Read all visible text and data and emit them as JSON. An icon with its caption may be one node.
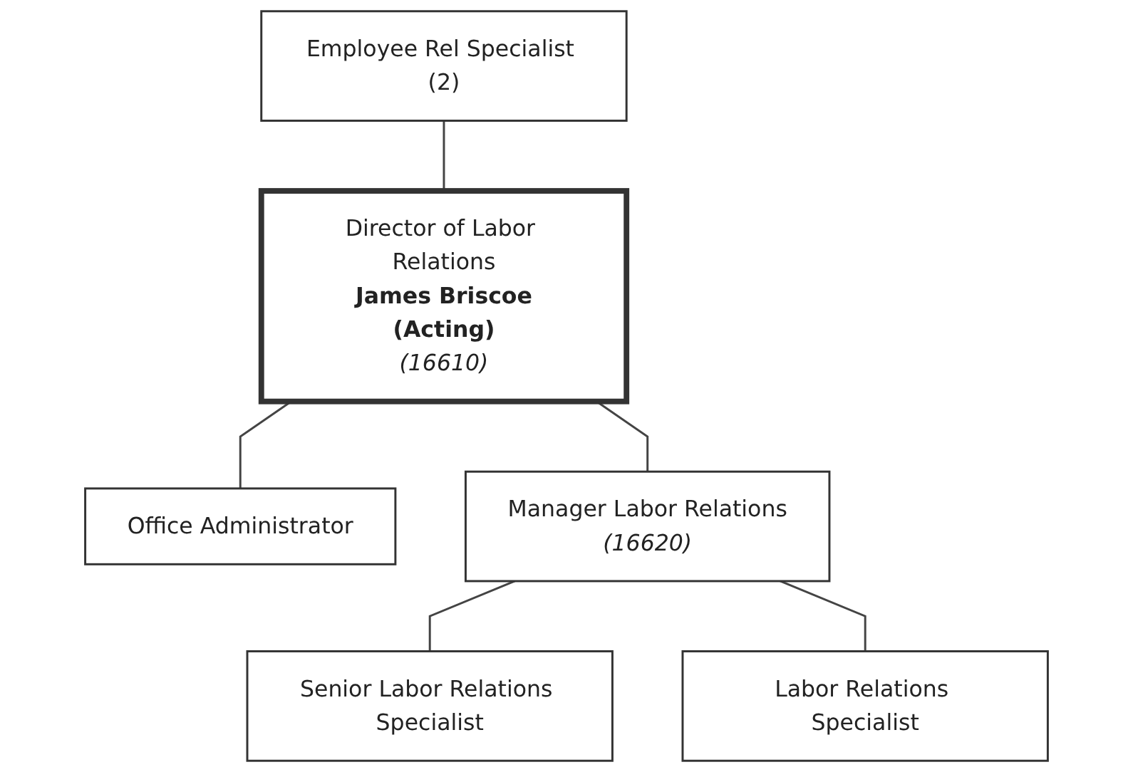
{
  "diagram": {
    "nodes": [
      {
        "text": [
          "Director of Labor Relations",
          "James Briscoe",
          "(Acting)",
          "(16610)"
        ]
      },
      {
        "text": [
          "Employee Rel Specialist (2)"
        ]
      },
      {
        "text": [
          "Office Administrator"
        ]
      },
      {
        "text": [
          "Manager Labor Relations",
          "(16620)"
        ]
      },
      {
        "text": [
          "Senior Labor Relations Specialist"
        ]
      },
      {
        "text": [
          "Labor Relations Specialist"
        ]
      }
    ],
    "edges": [
      {
        "from": 1,
        "to": 0,
        "arrow": "none"
      },
      {
        "from": 0,
        "to": 2,
        "arrow": "none"
      },
      {
        "from": 0,
        "to": 3,
        "arrow": "none"
      },
      {
        "from": 3,
        "to": 4,
        "arrow": "none"
      },
      {
        "from": 3,
        "to": 5,
        "arrow": "none"
      }
    ]
  }
}
